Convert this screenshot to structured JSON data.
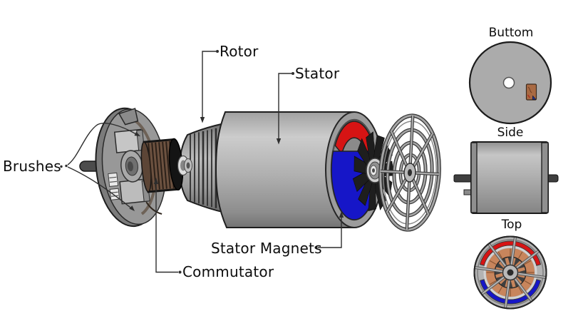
{
  "labels": {
    "rotor": "Rotor",
    "stator": "Stator",
    "brushes": "Brushes",
    "stator_magnets": "Stator Magnets",
    "commutator": "Commutator"
  },
  "views": {
    "bottom": "Buttom",
    "side": "Side",
    "top": "Top"
  },
  "colors": {
    "background": "#ffffff",
    "housing_gray": "#adadad",
    "outline": "#1c1c1c",
    "magnet_red": "#d61414",
    "magnet_blue": "#1616c8",
    "commutator_brown": "#6d5240",
    "winding_copper": "#c8855c",
    "fan_black": "#1e1e1e",
    "label_text": "#0d0d0d"
  }
}
